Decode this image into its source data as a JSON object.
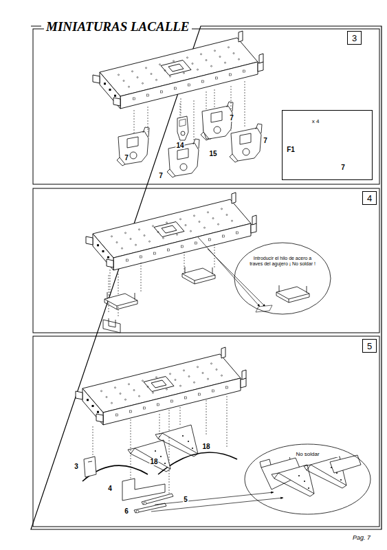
{
  "diagram": {
    "title": "MINIATURAS LACALLE",
    "nodes": [
      {
        "text": [
          "3"
        ]
      },
      {
        "text": [
          "x 4",
          "F1",
          "7"
        ]
      },
      {
        "text": [
          "4"
        ]
      },
      {
        "text": [
          "Introducir el hilo de acero a traves del agujero ¡ No soldar !"
        ]
      },
      {
        "text": [
          "5"
        ]
      },
      {
        "text": [
          "No soldar"
        ]
      }
    ],
    "labels": [
      "7",
      "7",
      "14",
      "15",
      "7",
      "7",
      "18",
      "18",
      "3",
      "4",
      "5",
      "6",
      "Pag. 7"
    ]
  }
}
